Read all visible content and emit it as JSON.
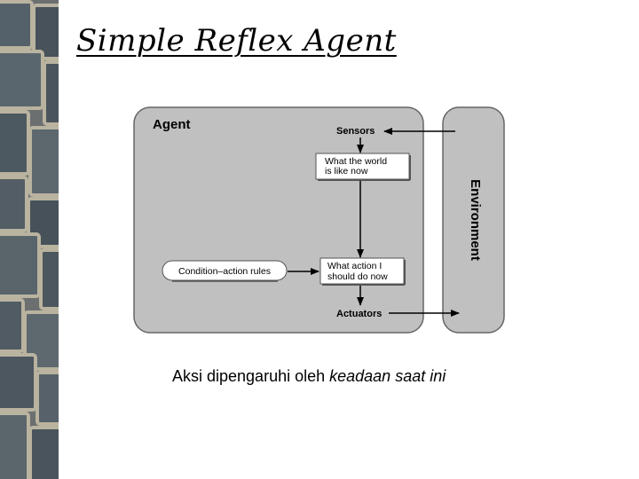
{
  "slide": {
    "title": "Simple Reflex Agent"
  },
  "diagram": {
    "agent_label": "Agent",
    "environment_label": "Environment",
    "sensors_label": "Sensors",
    "actuators_label": "Actuators",
    "world_box": {
      "line1": "What the world",
      "line2": "is like now"
    },
    "action_box": {
      "line1": "What action I",
      "line2": "should do now"
    },
    "rules_label": "Condition–action rules"
  },
  "caption": {
    "text": "Aksi dipengaruhi oleh ",
    "emphasis": "keadaan saat ini"
  }
}
